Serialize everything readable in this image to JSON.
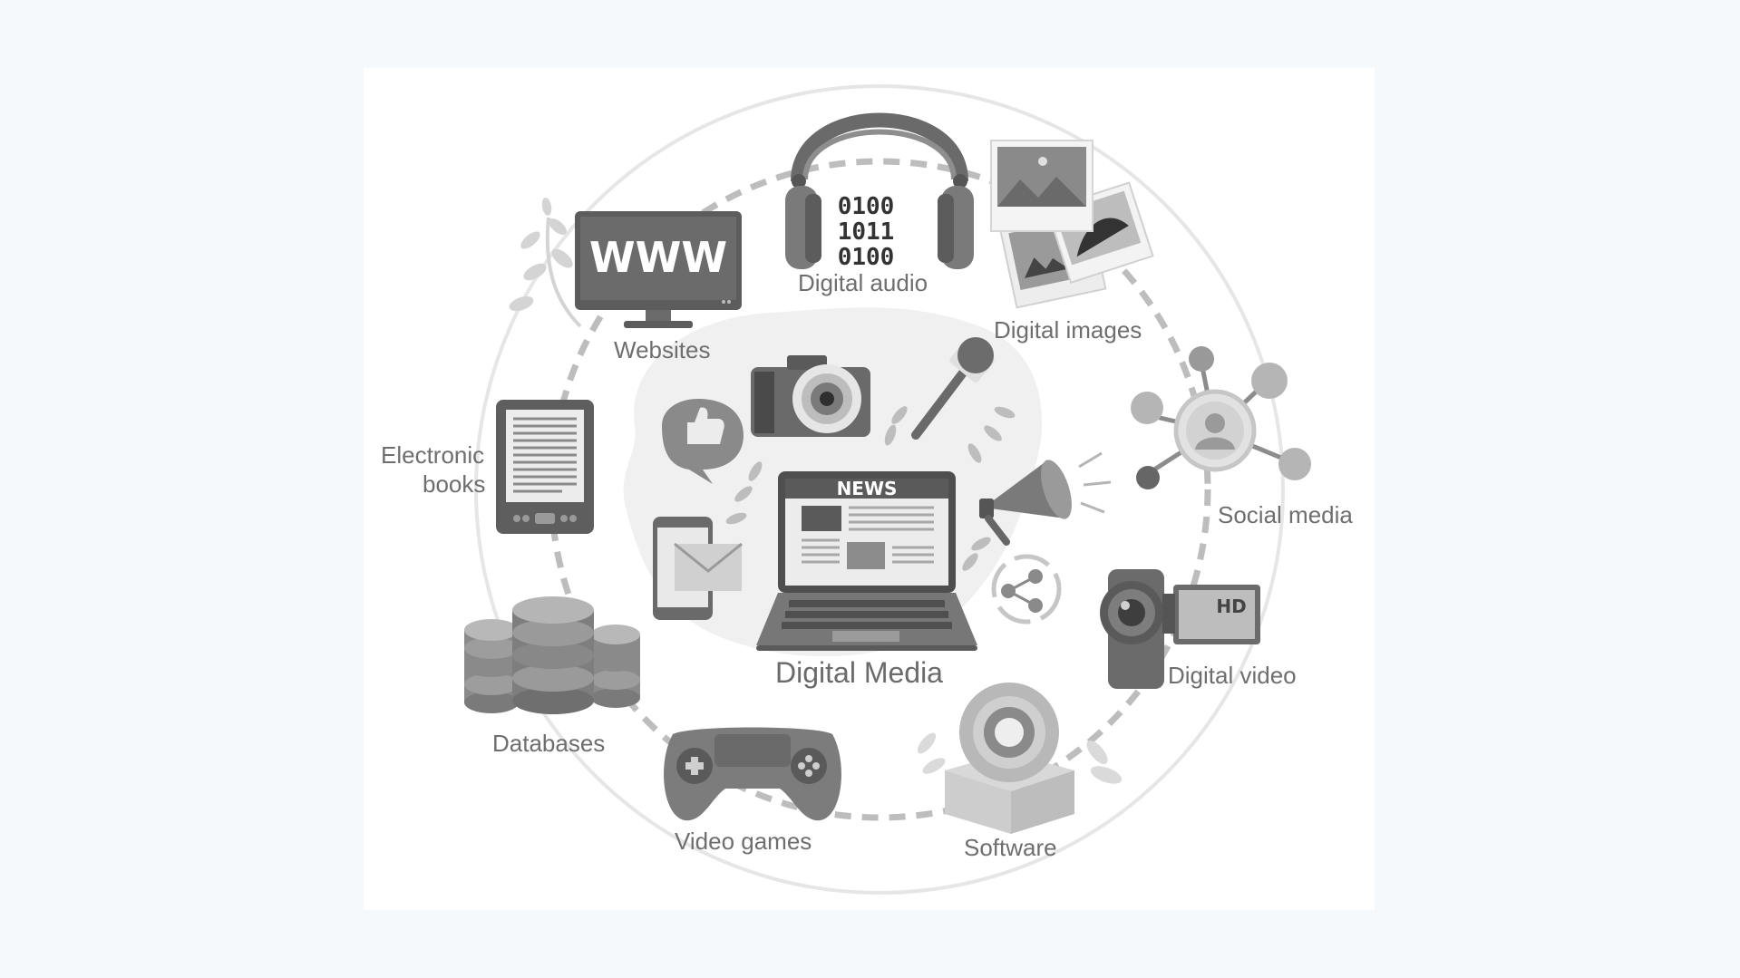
{
  "diagram": {
    "center_label": "Digital Media",
    "news_banner": "NEWS",
    "nodes": {
      "digital_audio": {
        "label": "Digital audio",
        "binary_lines": [
          "0100",
          "1011",
          "0100"
        ]
      },
      "digital_images": {
        "label": "Digital images"
      },
      "social_media": {
        "label": "Social media"
      },
      "digital_video": {
        "label": "Digital video",
        "badge": "HD"
      },
      "software": {
        "label": "Software"
      },
      "video_games": {
        "label": "Video games"
      },
      "databases": {
        "label": "Databases"
      },
      "electronic_books": {
        "label_line1": "Electronic",
        "label_line2": "books"
      },
      "websites": {
        "label": "Websites",
        "screen_text": "WWW"
      }
    }
  },
  "colors": {
    "background": "#f5f9fb",
    "card": "#ffffff",
    "dark_gray": "#595959",
    "mid_gray": "#8c8c8c",
    "light_gray": "#c8c8c8",
    "label_gray": "#6e6e6e"
  }
}
